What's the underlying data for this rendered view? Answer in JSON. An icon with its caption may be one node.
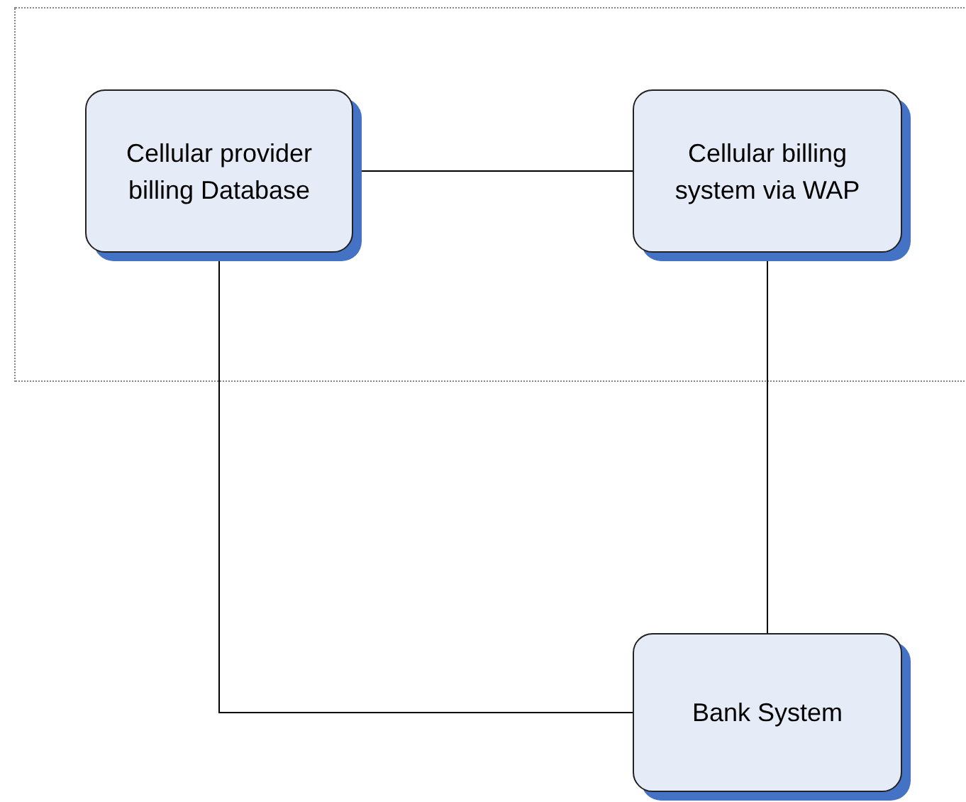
{
  "diagram": {
    "nodes": [
      {
        "text": [
          "Cellular provider billing Database"
        ]
      },
      {
        "text": [
          "Cellular billing system via WAP"
        ]
      },
      {
        "text": [
          "Bank System"
        ]
      }
    ],
    "edges": [
      {
        "from": 0,
        "to": 1,
        "arrow": "none"
      },
      {
        "from": 1,
        "to": 2,
        "arrow": "none"
      },
      {
        "from": 0,
        "to": 2,
        "arrow": "none"
      }
    ]
  }
}
